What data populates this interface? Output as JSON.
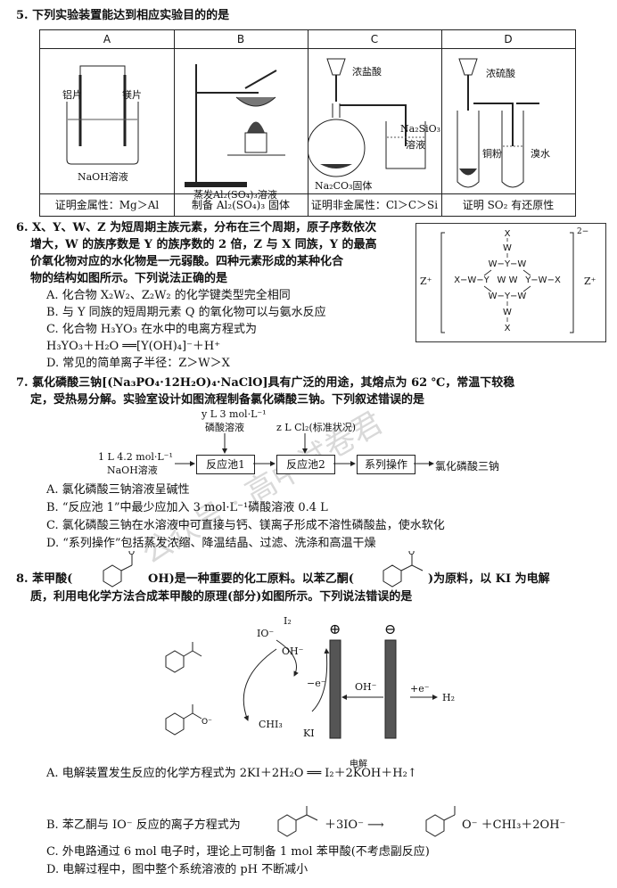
{
  "q5": {
    "stem": "5. 下列实验装置能达到相应实验目的的是",
    "headers": [
      "A",
      "B",
      "C",
      "D"
    ],
    "captions": [
      "证明金属性：Mg＞Al",
      "制备 Al₂(SO₄)₃ 固体",
      "证明非金属性：Cl＞C＞Si",
      "证明 SO₂ 有还原性"
    ],
    "labels": {
      "a_left": "铝片",
      "a_right": "镁片",
      "a_sol": "NaOH溶液",
      "b_sol": "蒸发Al₂(SO₄)₃溶液",
      "c_acid": "浓盐酸",
      "c_right": "Na₂SiO₃",
      "c_right2": "溶液",
      "c_solid": "Na₂CO₃固体",
      "d_acid": "浓硫酸",
      "d_cu": "铜粉",
      "d_br": "溴水"
    }
  },
  "q6": {
    "stem_lines": [
      "6. X、Y、W、Z 为短周期主族元素，分布在三个周期，原子序数依次",
      "增大，W 的族序数是 Y 的族序数的 2 倍，Z 与 X 同族，Y 的最高",
      "价氧化物对应的水化物是一元弱酸。四种元素形成的某种化合",
      "物的结构如图所示。下列说法正确的是"
    ],
    "options": [
      "A. 化合物 X₂W₂、Z₂W₂ 的化学键类型完全相同",
      "B. 与 Y 同族的短周期元素 Q 的氧化物可以与氨水反应",
      "C. 化合物 H₃YO₃ 在水中的电离方程式为",
      "H₃YO₃＋H₂O ══[Y(OH)₄]⁻＋H⁺",
      "D. 常见的简单离子半径：Z＞W＞X"
    ],
    "struct": {
      "charge": "2−",
      "zl": "Z⁺",
      "zr": "Z⁺"
    }
  },
  "q7": {
    "stem_lines": [
      "7. 氯化磷酸三钠[(Na₃PO₄·12H₂O)₄·NaClO]具有广泛的用途，其熔点为 62 ℃，常温下较稳",
      "定，受热易分解。实验室设计如图流程制备氯化磷酸三钠。下列叙述错误的是"
    ],
    "flow": {
      "in1a": "y L 3 mol·L⁻¹",
      "in1b": "磷酸溶液",
      "in2": "z L Cl₂(标准状况)",
      "start_a": "1 L 4.2 mol·L⁻¹",
      "start_b": "NaOH溶液",
      "box1": "反应池1",
      "box2": "反应池2",
      "box3": "系列操作",
      "end": "氯化磷酸三钠"
    },
    "options": [
      "A. 氯化磷酸三钠溶液呈碱性",
      "B. “反应池 1”中最少应加入 3 mol·L⁻¹磷酸溶液 0.4 L",
      "C. 氯化磷酸三钠在水溶液中可直接与钙、镁离子形成不溶性磷酸盐，使水软化",
      "D. “系列操作”包括蒸发浓缩、降温结晶、过滤、洗涤和高温干燥"
    ]
  },
  "q8": {
    "stem_a": "8. 苯甲酸(",
    "stem_b": "OH)是一种重要的化工原料。以苯乙酮(",
    "stem_c": ")为原料，以 KI 为电解",
    "stem_line2": "质，利用电化学方法合成苯甲酸的原理(部分)如图所示。下列说法错误的是",
    "diagram": {
      "io": "IO⁻",
      "i2": "I₂",
      "oh": "OH⁻",
      "e1": "−e⁻",
      "chi3": "CHI₃",
      "ki": "KI",
      "plus": "⊕",
      "minus": "⊖",
      "oh2": "OH⁻",
      "e2": "+e⁻",
      "h2": "H₂"
    },
    "options": {
      "a": "A. 电解装置发生反应的化学方程式为 2KI＋2H₂O ══ I₂＋2KOH＋H₂↑",
      "a_cond": "电解",
      "b_pre": "B. 苯乙酮与 IO⁻ 反应的离子方程式为",
      "b_mid": "＋3IO⁻ ⟶",
      "b_post": "O⁻ ＋CHI₃＋2OH⁻",
      "c": "C. 外电路通过 6 mol 电子时，理论上可制备 1 mol 苯甲酸(不考虑副反应)",
      "d": "D. 电解过程中，图中整个系统溶液的 pH 不断减小"
    }
  },
  "watermark": "公众号 · 高中试卷君"
}
